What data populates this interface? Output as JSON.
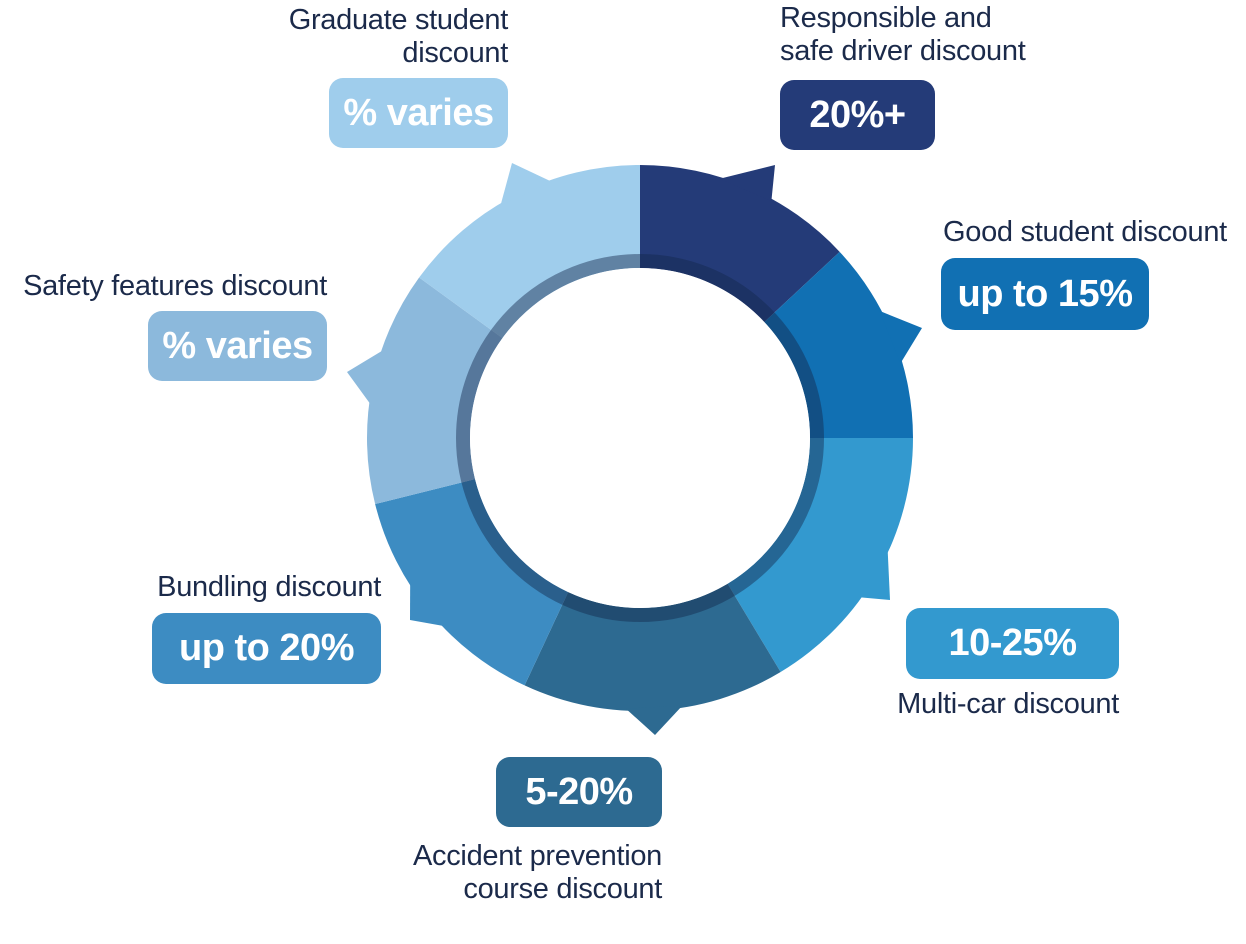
{
  "colors": {
    "responsible": "#243b78",
    "good_student": "#1170b3",
    "multi_car": "#3399cf",
    "accident": "#2d6a91",
    "bundling": "#3d8cc2",
    "safety": "#8cb9dc",
    "graduate": "#9fcdec",
    "inner_ring": "rgba(20,40,75,0.45)",
    "text": "#1b2a4a"
  },
  "discounts": [
    {
      "id": "responsible",
      "name": "Responsible and\nsafe driver discount",
      "value": "20%+"
    },
    {
      "id": "good_student",
      "name": "Good student discount",
      "value": "up to 15%"
    },
    {
      "id": "multi_car",
      "name": "Multi-car discount",
      "value": "10-25%"
    },
    {
      "id": "accident",
      "name": "Accident prevention\ncourse discount",
      "value": "5-20%"
    },
    {
      "id": "bundling",
      "name": "Bundling discount",
      "value": "up to 20%"
    },
    {
      "id": "safety",
      "name": "Safety features discount",
      "value": "% varies"
    },
    {
      "id": "graduate",
      "name": "Graduate student\ndiscount",
      "value": "% varies"
    }
  ]
}
